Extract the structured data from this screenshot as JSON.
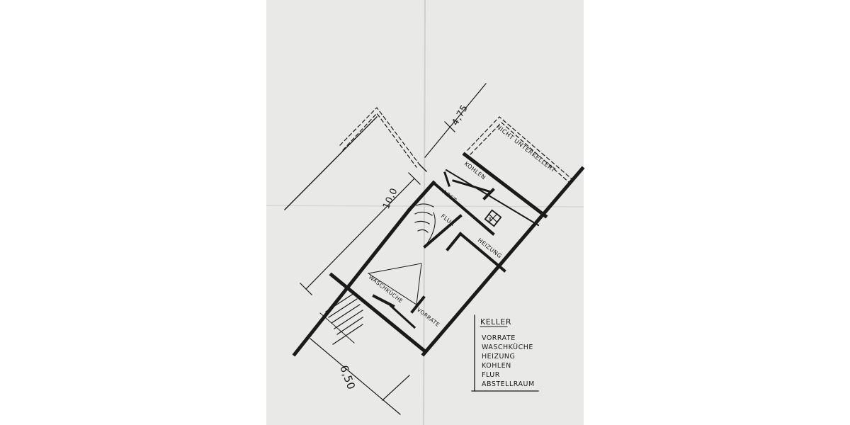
{
  "plan": {
    "dimensions": {
      "width_top": "4,75",
      "length": "10,0",
      "width_bottom": "6,50"
    },
    "room_labels": {
      "not_underkellered": "NICHT UNTERKELLERT",
      "kohlen": "KOHLEN",
      "abst": "ABST.",
      "flur": "FLUR",
      "heizung": "HEIZUNG",
      "waschkueche": "WASCHKÜCHE",
      "vorrate": "VORRATE",
      "x_mark": "X"
    },
    "legend": {
      "title": "KELLER",
      "items": [
        "VORRATE",
        "WASCHKÜCHE",
        "HEIZUNG",
        "KOHLEN",
        "FLUR",
        "ABSTELLRAUM"
      ]
    }
  },
  "colors": {
    "paper": "#e9e9e7",
    "ink": "#1a1a1a",
    "background": "#ffffff"
  }
}
